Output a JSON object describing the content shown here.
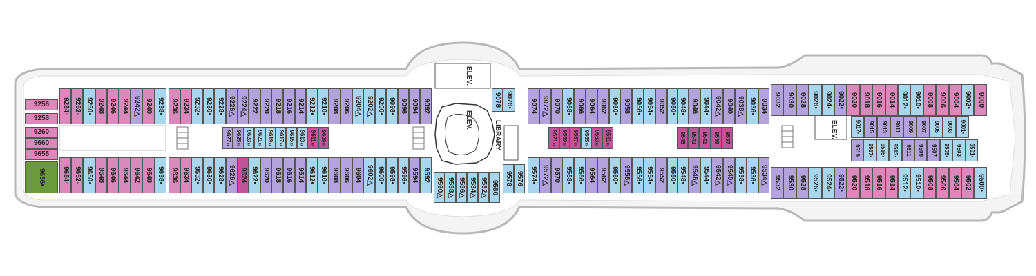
{
  "colors": {
    "blue": "#a9d6ec",
    "purple": "#b3a3dc",
    "pink": "#d98abb",
    "magenta": "#c0559a",
    "green": "#6c9a3a",
    "outline": "#555555",
    "hull": "#cfcfcf"
  },
  "labels": {
    "elev1": "ELEV.",
    "elev2": "ELEV.",
    "elev3": "ELEV.",
    "library": "LIBRARY"
  },
  "cabins": {
    "aft_vertical": [
      "9256",
      "9258",
      "9260",
      "9660",
      "9658"
    ],
    "top_left": [
      {
        "n": "9254◦",
        "c": "pink"
      },
      {
        "n": "9252◦",
        "c": "pink"
      },
      {
        "n": "9250•",
        "c": "blue"
      },
      {
        "n": "9248",
        "c": "pink"
      },
      {
        "n": "9246",
        "c": "pink"
      },
      {
        "n": "9244",
        "c": "pink"
      },
      {
        "n": "9242△",
        "c": "purple"
      },
      {
        "n": "9240",
        "c": "pink"
      },
      {
        "n": "9238•",
        "c": "blue"
      },
      {
        "n": "9236",
        "c": "pink"
      },
      {
        "n": "9234",
        "c": "pink"
      },
      {
        "n": "9232•",
        "c": "blue"
      },
      {
        "n": "9230•",
        "c": "blue"
      },
      {
        "n": "9228•",
        "c": "blue"
      },
      {
        "n": "9226△",
        "c": "purple"
      },
      {
        "n": "9224△",
        "c": "purple"
      },
      {
        "n": "9222",
        "c": "purple"
      },
      {
        "n": "9220",
        "c": "purple"
      },
      {
        "n": "9218",
        "c": "purple"
      },
      {
        "n": "9216",
        "c": "purple"
      },
      {
        "n": "9214",
        "c": "purple"
      },
      {
        "n": "9212•",
        "c": "blue"
      },
      {
        "n": "9210•",
        "c": "blue"
      },
      {
        "n": "9208",
        "c": "purple"
      },
      {
        "n": "9206",
        "c": "purple"
      },
      {
        "n": "9204△",
        "c": "blue"
      },
      {
        "n": "9202△",
        "c": "blue"
      },
      {
        "n": "9200•",
        "c": "blue"
      },
      {
        "n": "9098•",
        "c": "blue"
      },
      {
        "n": "9096",
        "c": "purple"
      },
      {
        "n": "9094",
        "c": "purple"
      },
      {
        "n": "9092",
        "c": "purple"
      }
    ],
    "bottom_left": [
      {
        "n": "9654◦",
        "c": "pink"
      },
      {
        "n": "9652◦",
        "c": "pink"
      },
      {
        "n": "9650•",
        "c": "blue"
      },
      {
        "n": "9648",
        "c": "pink"
      },
      {
        "n": "9646",
        "c": "pink"
      },
      {
        "n": "9644",
        "c": "pink"
      },
      {
        "n": "9642",
        "c": "pink"
      },
      {
        "n": "9640",
        "c": "pink"
      },
      {
        "n": "9638•",
        "c": "blue"
      },
      {
        "n": "9636",
        "c": "pink"
      },
      {
        "n": "9634",
        "c": "pink"
      },
      {
        "n": "9632•",
        "c": "blue"
      },
      {
        "n": "9630•",
        "c": "blue"
      },
      {
        "n": "9628•",
        "c": "blue"
      },
      {
        "n": "9626△",
        "c": "purple"
      },
      {
        "n": "9624",
        "c": "magenta"
      },
      {
        "n": "9622•",
        "c": "blue"
      },
      {
        "n": "9620",
        "c": "purple"
      },
      {
        "n": "9618",
        "c": "purple"
      },
      {
        "n": "9616",
        "c": "purple"
      },
      {
        "n": "9614",
        "c": "purple"
      },
      {
        "n": "9612•",
        "c": "blue"
      },
      {
        "n": "9610•",
        "c": "blue"
      },
      {
        "n": "9608",
        "c": "purple"
      },
      {
        "n": "9606",
        "c": "purple"
      },
      {
        "n": "9604",
        "c": "purple"
      },
      {
        "n": "9602△",
        "c": "blue"
      },
      {
        "n": "9600•",
        "c": "blue"
      },
      {
        "n": "9598•",
        "c": "blue"
      },
      {
        "n": "9596•",
        "c": "blue"
      },
      {
        "n": "9594",
        "c": "purple"
      },
      {
        "n": "9592",
        "c": "blue"
      }
    ],
    "mid_left": [
      {
        "n": "9627››",
        "c": "purple"
      },
      {
        "n": "9625››",
        "c": "purple"
      },
      {
        "n": "9623››",
        "c": "blue"
      },
      {
        "n": "9621››",
        "c": "blue"
      },
      {
        "n": "9619››",
        "c": "blue"
      },
      {
        "n": "9617››",
        "c": "blue"
      },
      {
        "n": "9615››",
        "c": "blue"
      },
      {
        "n": "9613››",
        "c": "blue"
      },
      {
        "n": "9611››",
        "c": "magenta"
      },
      {
        "n": "9609››",
        "c": "magenta"
      }
    ],
    "mid_block": [
      {
        "n": "9078",
        "c": "blue"
      },
      {
        "n": "9076•",
        "c": "blue"
      },
      {
        "n": "9578",
        "c": "blue"
      },
      {
        "n": "9576",
        "c": "blue"
      }
    ],
    "bridge": [
      {
        "n": "9590△",
        "c": "blue"
      },
      {
        "n": "9588△",
        "c": "blue"
      },
      {
        "n": "9586△",
        "c": "blue"
      },
      {
        "n": "9584△",
        "c": "blue"
      },
      {
        "n": "9582△",
        "c": "blue"
      },
      {
        "n": "9580",
        "c": "blue"
      }
    ],
    "top_mid": [
      {
        "n": "9074",
        "c": "purple"
      },
      {
        "n": "9072△",
        "c": "purple"
      },
      {
        "n": "9070",
        "c": "purple"
      },
      {
        "n": "9068•",
        "c": "blue"
      },
      {
        "n": "9066",
        "c": "purple"
      },
      {
        "n": "9064",
        "c": "purple"
      },
      {
        "n": "9062",
        "c": "purple"
      },
      {
        "n": "9060•",
        "c": "blue"
      },
      {
        "n": "9058",
        "c": "purple"
      },
      {
        "n": "9056•",
        "c": "blue"
      },
      {
        "n": "9054•",
        "c": "blue"
      },
      {
        "n": "9052",
        "c": "purple"
      },
      {
        "n": "9050•",
        "c": "blue"
      },
      {
        "n": "9048•",
        "c": "blue"
      },
      {
        "n": "9046",
        "c": "purple"
      },
      {
        "n": "9044•",
        "c": "blue"
      },
      {
        "n": "9042△",
        "c": "purple"
      },
      {
        "n": "9040",
        "c": "purple"
      },
      {
        "n": "9038△",
        "c": "purple"
      },
      {
        "n": "9036•",
        "c": "blue"
      },
      {
        "n": "9034",
        "c": "purple"
      }
    ],
    "bottom_mid": [
      {
        "n": "9574•",
        "c": "blue"
      },
      {
        "n": "9572△",
        "c": "purple"
      },
      {
        "n": "9570",
        "c": "purple"
      },
      {
        "n": "9568•",
        "c": "blue"
      },
      {
        "n": "9566•",
        "c": "blue"
      },
      {
        "n": "9564",
        "c": "purple"
      },
      {
        "n": "9562",
        "c": "purple"
      },
      {
        "n": "9560•",
        "c": "blue"
      },
      {
        "n": "9558△",
        "c": "purple"
      },
      {
        "n": "9556•",
        "c": "blue"
      },
      {
        "n": "9554•",
        "c": "blue"
      },
      {
        "n": "9552",
        "c": "purple"
      },
      {
        "n": "9550•",
        "c": "blue"
      },
      {
        "n": "9548•",
        "c": "blue"
      },
      {
        "n": "9546△",
        "c": "purple"
      },
      {
        "n": "9544•",
        "c": "blue"
      },
      {
        "n": "9542△",
        "c": "purple"
      },
      {
        "n": "9540△",
        "c": "purple"
      },
      {
        "n": "9538•",
        "c": "blue"
      },
      {
        "n": "9536•",
        "c": "blue"
      },
      {
        "n": "9534△",
        "c": "purple"
      }
    ],
    "center_mid": [
      {
        "n": "9571››",
        "c": "magenta"
      },
      {
        "n": "9569››",
        "c": "magenta"
      },
      {
        "n": "9567››",
        "c": "magenta"
      },
      {
        "n": "9565››",
        "c": "blue"
      },
      {
        "n": "9563››",
        "c": "magenta"
      },
      {
        "n": "9561››",
        "c": "magenta"
      }
    ],
    "center_right": [
      {
        "n": "9545",
        "c": "magenta"
      },
      {
        "n": "9543",
        "c": "magenta"
      },
      {
        "n": "9541",
        "c": "magenta"
      },
      {
        "n": "9539",
        "c": "magenta"
      },
      {
        "n": "9537",
        "c": "magenta"
      }
    ],
    "top_right": [
      {
        "n": "9032",
        "c": "purple"
      },
      {
        "n": "9030",
        "c": "purple"
      },
      {
        "n": "9028",
        "c": "purple"
      },
      {
        "n": "9026•",
        "c": "blue"
      },
      {
        "n": "9024•",
        "c": "blue"
      },
      {
        "n": "9022•",
        "c": "purple"
      },
      {
        "n": "9020",
        "c": "pink"
      },
      {
        "n": "9018",
        "c": "pink"
      },
      {
        "n": "9016",
        "c": "pink"
      },
      {
        "n": "9014",
        "c": "pink"
      },
      {
        "n": "9012•",
        "c": "blue"
      },
      {
        "n": "9010•",
        "c": "blue"
      },
      {
        "n": "9008",
        "c": "pink"
      },
      {
        "n": "9006",
        "c": "pink"
      },
      {
        "n": "9004",
        "c": "pink"
      },
      {
        "n": "9002•",
        "c": "blue"
      },
      {
        "n": "9000",
        "c": "pink"
      }
    ],
    "bottom_right": [
      {
        "n": "9532",
        "c": "purple"
      },
      {
        "n": "9530",
        "c": "purple"
      },
      {
        "n": "9528",
        "c": "purple"
      },
      {
        "n": "9526•",
        "c": "blue"
      },
      {
        "n": "9524•",
        "c": "blue"
      },
      {
        "n": "9522•",
        "c": "purple"
      },
      {
        "n": "9520",
        "c": "pink"
      },
      {
        "n": "9518",
        "c": "pink"
      },
      {
        "n": "9516",
        "c": "pink"
      },
      {
        "n": "9514",
        "c": "pink"
      },
      {
        "n": "9512•",
        "c": "blue"
      },
      {
        "n": "9510•",
        "c": "blue"
      },
      {
        "n": "9508",
        "c": "pink"
      },
      {
        "n": "9506",
        "c": "pink"
      },
      {
        "n": "9504",
        "c": "pink"
      },
      {
        "n": "9502",
        "c": "pink"
      },
      {
        "n": "9500•",
        "c": "blue"
      }
    ],
    "fwd_upper": [
      {
        "n": "9017•",
        "c": "blue"
      },
      {
        "n": "9015",
        "c": "purple"
      },
      {
        "n": "9013",
        "c": "purple"
      },
      {
        "n": "9011",
        "c": "purple"
      },
      {
        "n": "9009",
        "c": "purple"
      },
      {
        "n": "9007",
        "c": "purple"
      },
      {
        "n": "9005",
        "c": "blue"
      },
      {
        "n": "9003",
        "c": "blue"
      },
      {
        "n": "9001•",
        "c": "blue"
      }
    ],
    "fwd_lower": [
      {
        "n": "9519",
        "c": "purple"
      },
      {
        "n": "9517•",
        "c": "blue"
      },
      {
        "n": "9515•",
        "c": "blue"
      },
      {
        "n": "9513•",
        "c": "blue"
      },
      {
        "n": "9511",
        "c": "purple"
      },
      {
        "n": "9509",
        "c": "purple"
      },
      {
        "n": "9507",
        "c": "purple"
      },
      {
        "n": "9505•",
        "c": "blue"
      },
      {
        "n": "9503",
        "c": "blue"
      },
      {
        "n": "9501•",
        "c": "blue"
      }
    ],
    "corner": {
      "n": "9656•",
      "c": "green"
    }
  }
}
